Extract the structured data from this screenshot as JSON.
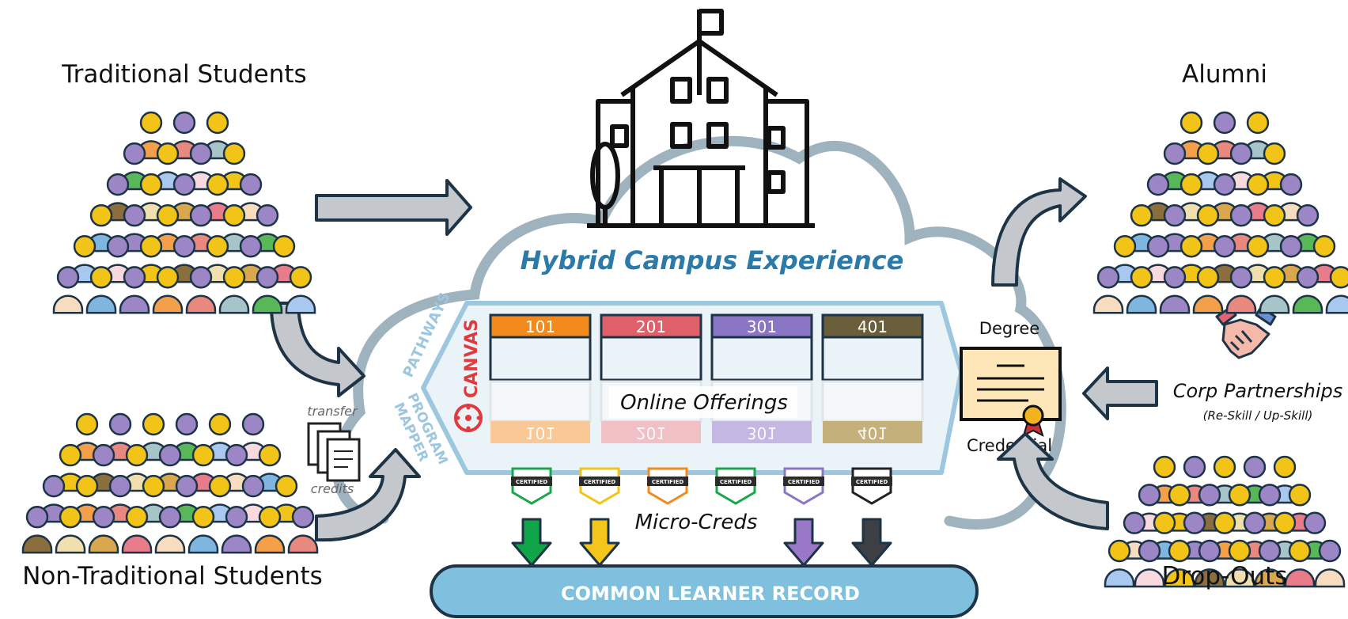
{
  "groups": {
    "traditional": "Traditional Students",
    "non_traditional": "Non-Traditional Students",
    "alumni": "Alumni",
    "drop_outs": "Drop-Outs"
  },
  "campus": {
    "title": "Hybrid Campus Experience"
  },
  "lms": {
    "name": "CANVAS",
    "pathways": "PATHWAYS",
    "program_mapper_1": "PROGRAM",
    "program_mapper_2": "MAPPER",
    "online_offerings": "Online Offerings",
    "courses": [
      {
        "code": "101",
        "color": "#f28a1e",
        "reflect": "#f8c996"
      },
      {
        "code": "201",
        "color": "#e0606a",
        "reflect": "#f0c0c4"
      },
      {
        "code": "301",
        "color": "#8a76c4",
        "reflect": "#c4b8e2"
      },
      {
        "code": "401",
        "color": "#6b5e3a",
        "reflect": "#c4b07a"
      }
    ]
  },
  "transfer": {
    "top": "transfer",
    "bottom": "credits"
  },
  "credential": {
    "top": "Degree",
    "bottom": "Credential"
  },
  "corp": {
    "title": "Corp Partnerships",
    "subtitle": "(Re-Skill / Up-Skill)"
  },
  "micro": {
    "label": "Micro-Creds",
    "badge_text": "CERTIFIED",
    "badges": [
      {
        "color": "#1aa64a"
      },
      {
        "color": "#f2c418"
      },
      {
        "color": "#f28a1e"
      },
      {
        "color": "#1aa64a"
      },
      {
        "color": "#8a76c4"
      },
      {
        "color": "#222222"
      }
    ],
    "arrows": [
      {
        "color": "#0fa548"
      },
      {
        "color": "#f4c51a"
      },
      {
        "color": "#9a78c8"
      },
      {
        "color": "#3c3f44"
      }
    ]
  },
  "record": {
    "label": "COMMON LEARNER RECORD",
    "color": "#7fc0de"
  },
  "colors": {
    "cloud_stroke": "#9fb3bf",
    "flow_arrow": "#c4c7cb",
    "campus_title": "#2b7aa8",
    "lms_accent": "#9cc7df",
    "canvas_red": "#e13a3e"
  }
}
